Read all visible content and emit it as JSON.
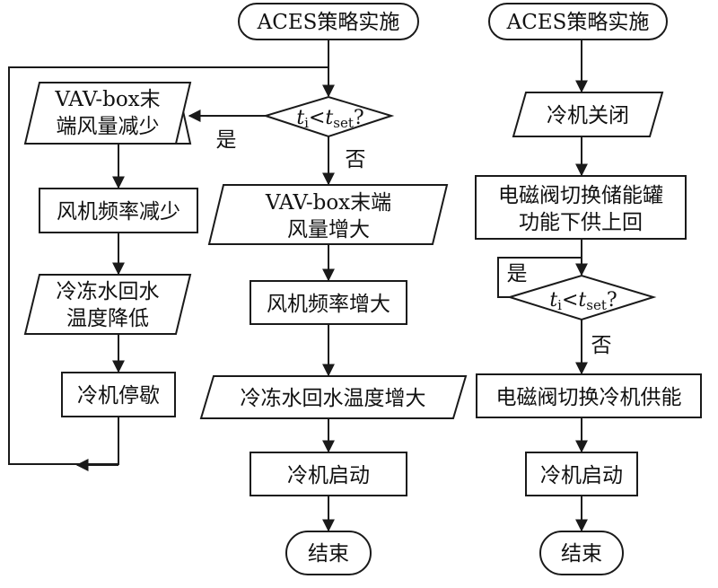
{
  "left_flow": {
    "start": "ACES策略实施",
    "decision": {
      "var": "t",
      "var_sub": "i",
      "op": "<",
      "ref": "t",
      "ref_sub": "set",
      "q": "?"
    },
    "yes": "是",
    "no": "否",
    "yes_branch": {
      "step1_line1": "VAV-box末",
      "step1_line2": "端风量减少",
      "step2": "风机频率减少",
      "step3_line1": "冷冻水回水",
      "step3_line2": "温度降低",
      "step4": "冷机停歇"
    },
    "no_branch": {
      "step1_line1": "VAV-box末端",
      "step1_line2": "风量增大",
      "step2": "风机频率增大",
      "step3": "冷冻水回水温度增大",
      "step4": "冷机启动",
      "end": "结束"
    }
  },
  "right_flow": {
    "start": "ACES策略实施",
    "step1": "冷机关闭",
    "step2_line1": "电磁阀切换储能罐",
    "step2_line2": "功能下供上回",
    "decision": {
      "var": "t",
      "var_sub": "i",
      "op": "<",
      "ref": "t",
      "ref_sub": "set",
      "q": "?"
    },
    "yes": "是",
    "no": "否",
    "step3": "电磁阀切换冷机供能",
    "step4": "冷机启动",
    "end": "结束"
  }
}
